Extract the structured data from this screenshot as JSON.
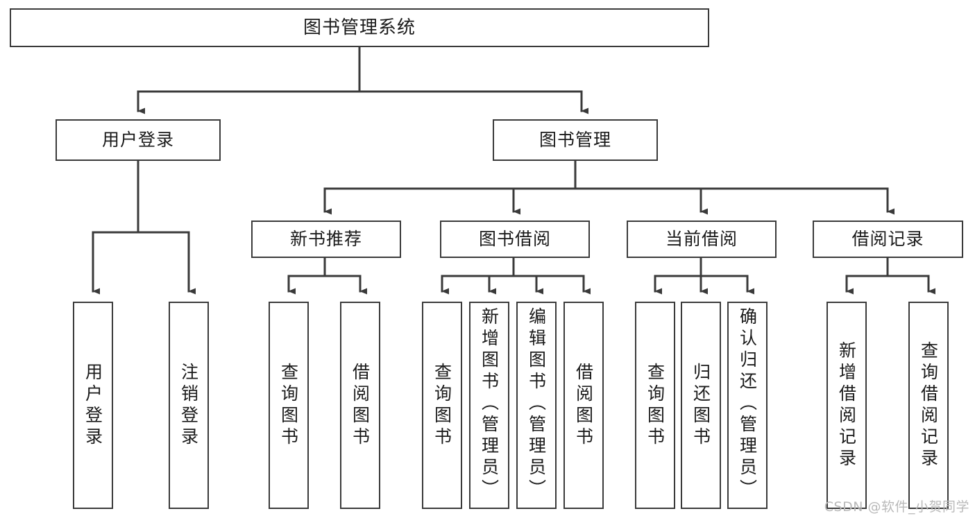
{
  "diagram": {
    "title": "图书管理系统",
    "type": "tree",
    "orientation": "top-down",
    "colors": {
      "box_border": "#3a3a3a",
      "box_fill": "#ffffff",
      "connector": "#3a3a3a",
      "text": "#1a1a1a",
      "watermark": "#b9b9b9",
      "background": "#ffffff"
    },
    "nodes": {
      "root": {
        "label": "图书管理系统",
        "level": 0,
        "orientation": "horizontal"
      },
      "level1": [
        {
          "id": "user-login",
          "label": "用户登录",
          "orientation": "horizontal"
        },
        {
          "id": "book-manage",
          "label": "图书管理",
          "orientation": "horizontal"
        }
      ],
      "level2": [
        {
          "id": "new-book-recommend",
          "label": "新书推荐",
          "parent": "book-manage",
          "orientation": "horizontal"
        },
        {
          "id": "book-borrow",
          "label": "图书借阅",
          "parent": "book-manage",
          "orientation": "horizontal"
        },
        {
          "id": "current-borrow",
          "label": "当前借阅",
          "parent": "book-manage",
          "orientation": "horizontal"
        },
        {
          "id": "borrow-record",
          "label": "借阅记录",
          "parent": "book-manage",
          "orientation": "horizontal"
        }
      ],
      "leaves": [
        {
          "id": "leaf-user-login",
          "label": "用户登录",
          "parent": "user-login",
          "orientation": "vertical"
        },
        {
          "id": "leaf-user-logout",
          "label": "注销登录",
          "parent": "user-login",
          "orientation": "vertical"
        },
        {
          "id": "leaf-query-book-1",
          "label": "查询图书",
          "parent": "new-book-recommend",
          "orientation": "vertical"
        },
        {
          "id": "leaf-borrow-book-1",
          "label": "借阅图书",
          "parent": "new-book-recommend",
          "orientation": "vertical"
        },
        {
          "id": "leaf-query-book-2",
          "label": "查询图书",
          "parent": "book-borrow",
          "orientation": "vertical"
        },
        {
          "id": "leaf-add-book",
          "label": "新增图书（管理员）",
          "parent": "book-borrow",
          "orientation": "vertical"
        },
        {
          "id": "leaf-edit-book",
          "label": "编辑图书（管理员）",
          "parent": "book-borrow",
          "orientation": "vertical"
        },
        {
          "id": "leaf-borrow-book-2",
          "label": "借阅图书",
          "parent": "book-borrow",
          "orientation": "vertical"
        },
        {
          "id": "leaf-query-book-3",
          "label": "查询图书",
          "parent": "current-borrow",
          "orientation": "vertical"
        },
        {
          "id": "leaf-return-book",
          "label": "归还图书",
          "parent": "current-borrow",
          "orientation": "vertical"
        },
        {
          "id": "leaf-confirm-return",
          "label": "确认归还（管理员）",
          "parent": "current-borrow",
          "orientation": "vertical"
        },
        {
          "id": "leaf-add-record",
          "label": "新增借阅记录",
          "parent": "borrow-record",
          "orientation": "vertical"
        },
        {
          "id": "leaf-query-record",
          "label": "查询借阅记录",
          "parent": "borrow-record",
          "orientation": "vertical"
        }
      ]
    },
    "watermark": "CSDN @软件_小贺同学"
  }
}
